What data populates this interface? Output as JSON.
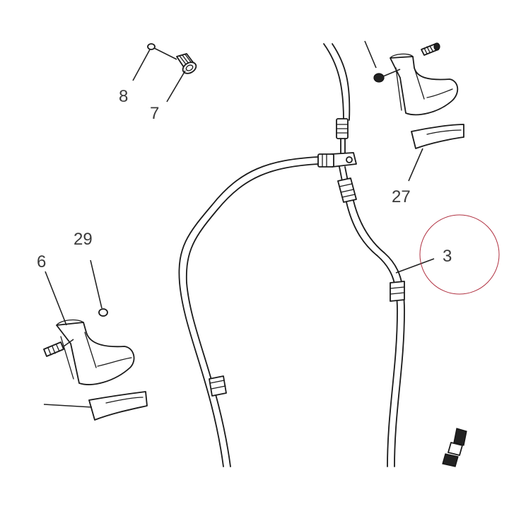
{
  "diagram": {
    "callouts": [
      {
        "id": "8",
        "text": "8"
      },
      {
        "id": "7",
        "text": "7"
      },
      {
        "id": "27",
        "text": "27"
      },
      {
        "id": "29",
        "text": "29"
      },
      {
        "id": "6",
        "text": "6"
      },
      {
        "id": "3",
        "text": "3"
      }
    ],
    "colors": {
      "line": "#1a1a1a",
      "label": "#3a3a3a",
      "highlight_circle": "#b03040"
    },
    "highlighted_callout": "3"
  }
}
